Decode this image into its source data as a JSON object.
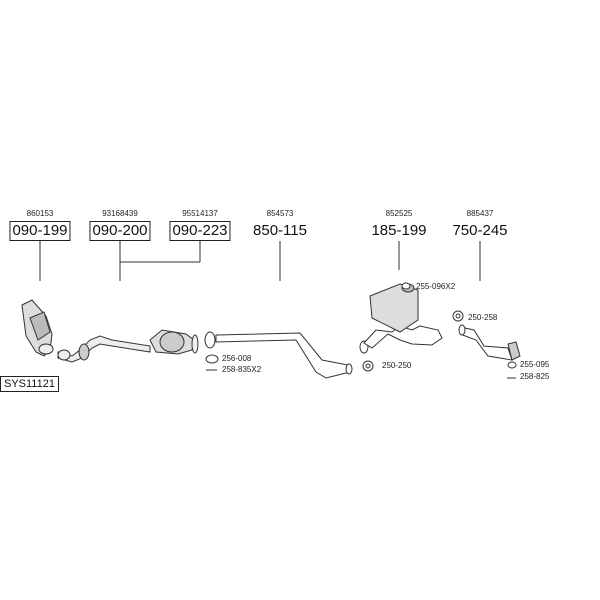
{
  "system_code": "SYS11121",
  "parts": [
    {
      "oem": "860153",
      "part_no": "090-199"
    },
    {
      "oem": "93168439",
      "part_no": "090-200"
    },
    {
      "oem": "95514137",
      "part_no": "090-223"
    },
    {
      "oem": "854573",
      "part_no": "850-115"
    },
    {
      "oem": "852525",
      "part_no": "185-199"
    },
    {
      "oem": "885437",
      "part_no": "750-245"
    }
  ],
  "accessories": [
    {
      "label": "255-096X2"
    },
    {
      "label": "250-258"
    },
    {
      "label": "256-008"
    },
    {
      "label": "258-835X2"
    },
    {
      "label": "250-250"
    },
    {
      "label": "255-095"
    },
    {
      "label": "258-825"
    }
  ]
}
